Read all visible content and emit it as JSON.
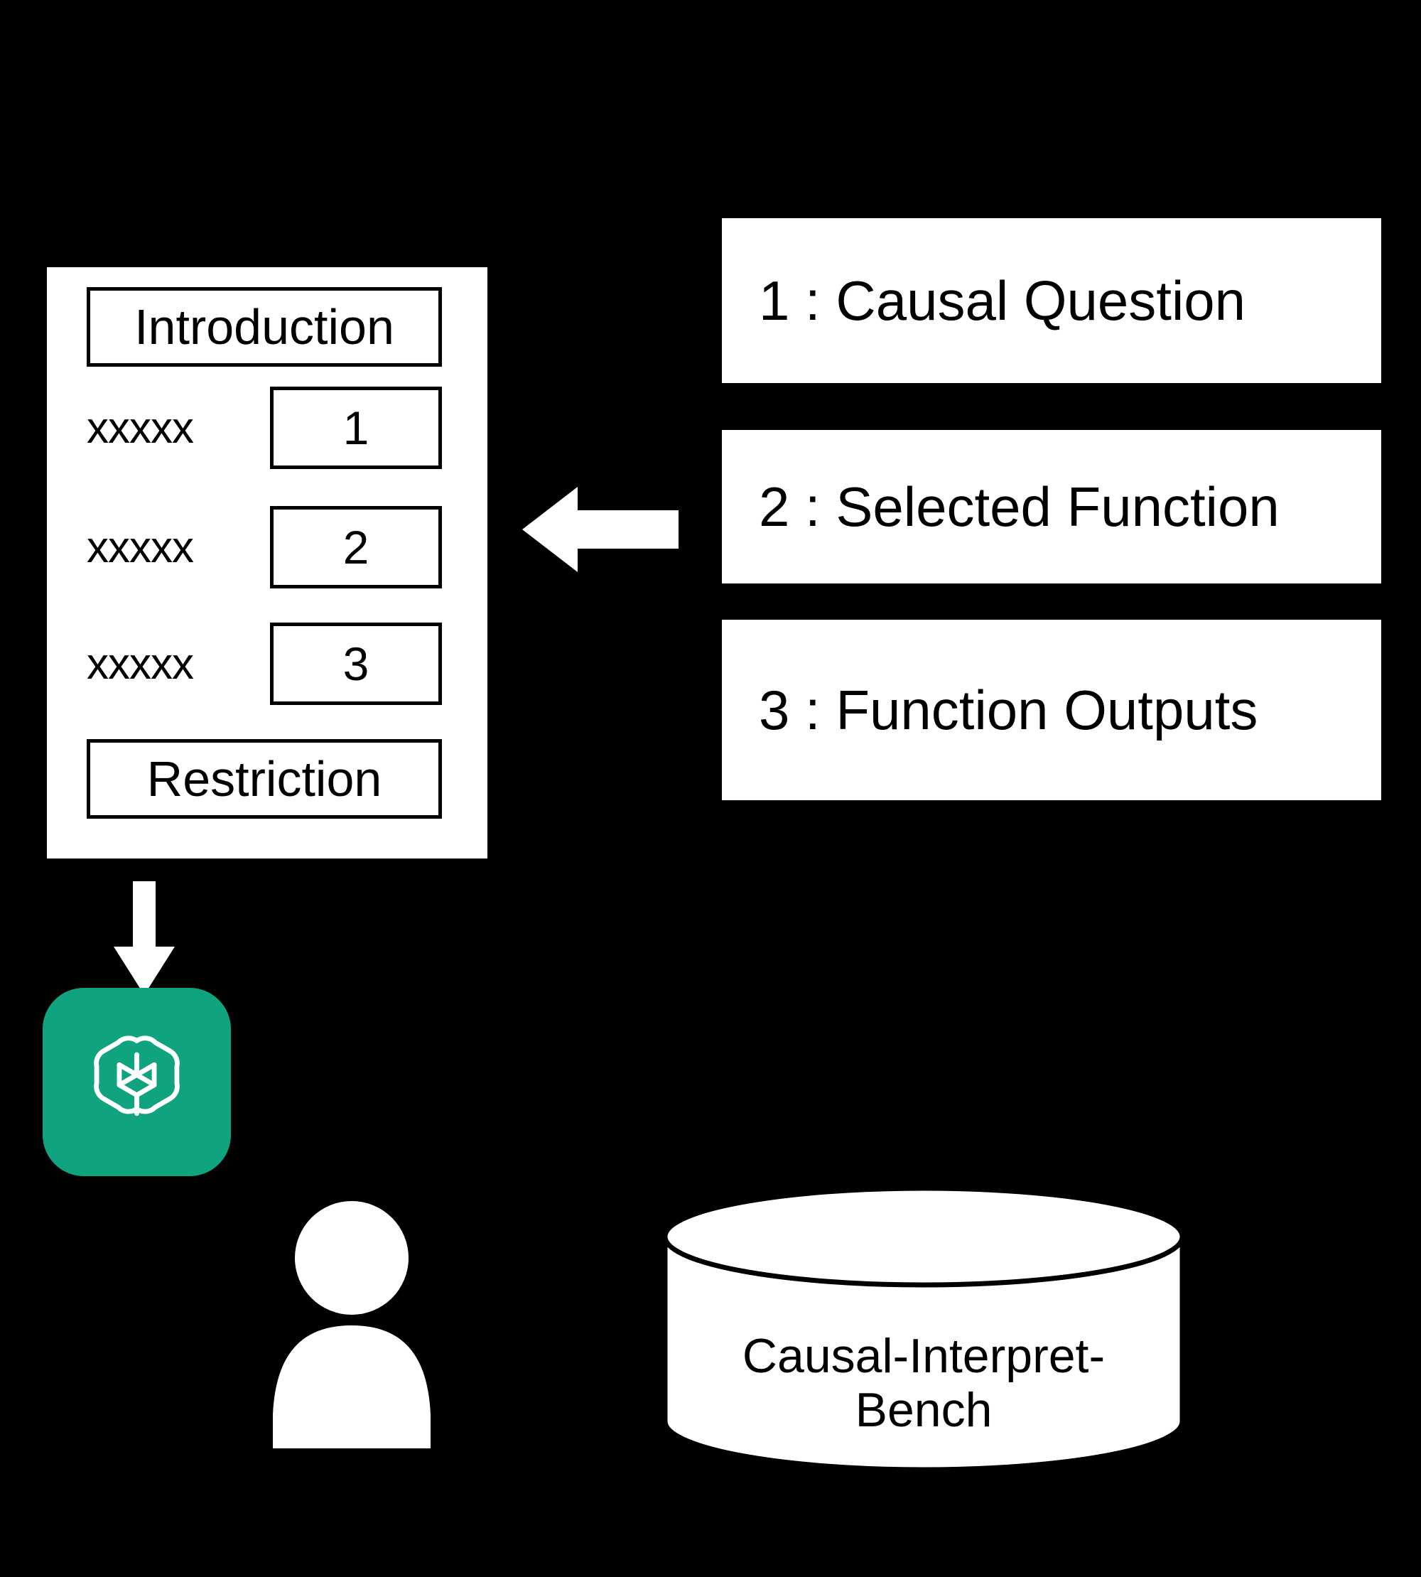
{
  "colors": {
    "background": "#000000",
    "panel": "#ffffff",
    "stroke": "#000000",
    "brand_teal": "#10a37f",
    "icon_white": "#ffffff"
  },
  "document_panel": {
    "name": "prompt-document",
    "header": {
      "label": "Introduction"
    },
    "items": [
      {
        "placeholder_text": "xxxxx",
        "number": "1"
      },
      {
        "placeholder_text": "xxxxx",
        "number": "2"
      },
      {
        "placeholder_text": "xxxxx",
        "number": "3"
      }
    ],
    "footer": {
      "label": "Restriction"
    }
  },
  "stages": [
    {
      "index": "1",
      "label": "1 : Causal Question"
    },
    {
      "index": "2",
      "label": "2 : Selected Function"
    },
    {
      "index": "3",
      "label": "3 : Function Outputs"
    }
  ],
  "arrows": [
    {
      "name": "arrow-left-icon",
      "direction": "left"
    },
    {
      "name": "arrow-down-icon",
      "direction": "down"
    }
  ],
  "llm": {
    "icon_name": "openai-logo-icon",
    "badge_color": "#10a37f"
  },
  "user": {
    "icon_name": "user-person-icon"
  },
  "database": {
    "icon_name": "database-cylinder-icon",
    "label_line_1": "Causal-Interpret-",
    "label_line_2": "Bench"
  }
}
